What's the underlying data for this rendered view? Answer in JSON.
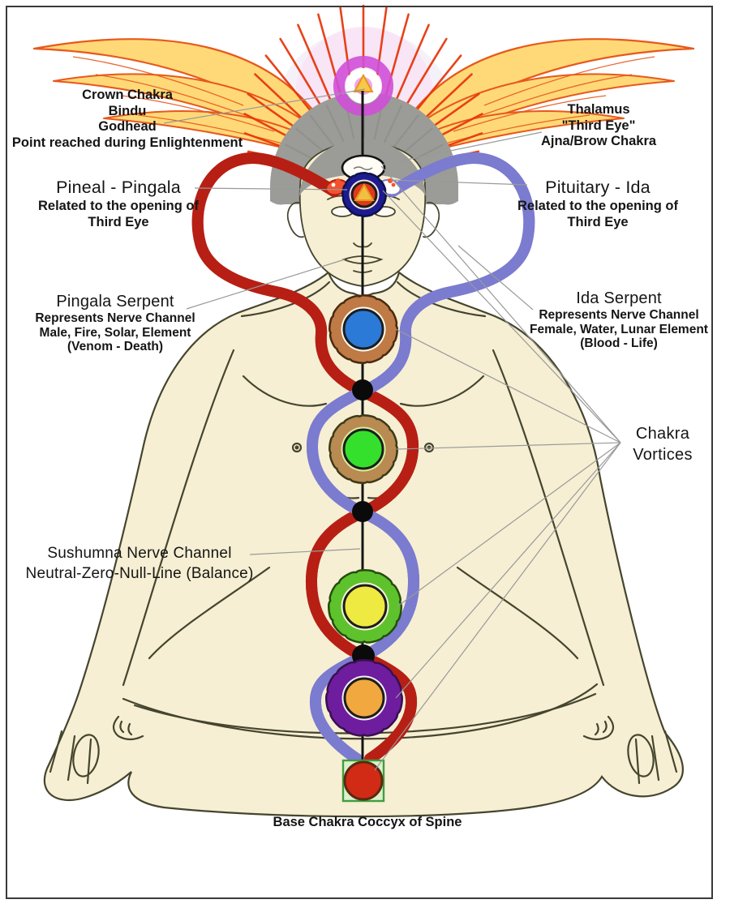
{
  "labels": {
    "crown": {
      "lines": [
        "Crown Chakra",
        "Bindu",
        "Godhead",
        "Point reached during Enlightenment"
      ]
    },
    "thalamus": {
      "lines": [
        "Thalamus",
        "\"Third Eye\"",
        "Ajna/Brow Chakra"
      ]
    },
    "pineal": {
      "title": "Pineal - Pingala",
      "sub": [
        "Related to the opening of",
        "Third Eye"
      ]
    },
    "pituitary": {
      "title": "Pituitary - Ida",
      "sub": [
        "Related to the opening of",
        "Third Eye"
      ]
    },
    "pingala": {
      "title": "Pingala Serpent",
      "sub": [
        "Represents Nerve Channel",
        "Male, Fire, Solar, Element",
        "(Venom - Death)"
      ]
    },
    "ida": {
      "title": "Ida Serpent",
      "sub": [
        "Represents Nerve Channel",
        "Female, Water, Lunar Element",
        "(Blood - Life)"
      ]
    },
    "vortices": {
      "lines": [
        "Chakra",
        "Vortices"
      ]
    },
    "sushumna": {
      "lines": [
        "Sushumna Nerve Channel",
        "Neutral-Zero-Null-Line (Balance)"
      ]
    },
    "base": {
      "line": "Base Chakra Coccyx of Spine"
    }
  },
  "colors": {
    "background": "#ffffff",
    "frame": "#3a3a3a",
    "body": "#f6efd3",
    "outline": "#45452f",
    "hair": "#9b9b97",
    "halo": "#f8e3f5",
    "halo_outer": "#ece6f4",
    "rays": "#e8380d",
    "wing_fill": "#ffd978",
    "wing_line": "#e8581c",
    "glow": "#ef7c28",
    "glow_core": "#f9b066",
    "sushumna": "#141414",
    "dot": "#0a0a0a",
    "leader": "#999999"
  },
  "serpents": {
    "pingala": {
      "body": "#f4512c",
      "outline": "#b71f14"
    },
    "ida": {
      "body": "#ffffff",
      "outline": "#7b7bd0"
    }
  },
  "bindu": {
    "ring": "#cf4fd8",
    "inner": "#ffffff",
    "center": "#f2a6ee",
    "triangle": "#f7c948",
    "triangle_edge": "#e8951f"
  },
  "chakras": {
    "ajna": {
      "fill": "#e0391b",
      "petals": "#1c1c90",
      "triangle": "#f0c040"
    },
    "throat": {
      "fill": "#2b7ad8",
      "petals": "#bf7a45"
    },
    "heart": {
      "fill": "#35e02c",
      "petals": "#b98a52"
    },
    "solar": {
      "fill": "#eeea42",
      "petals": "#5ec22c"
    },
    "sacral": {
      "fill": "#f1a83e",
      "petals": "#6d1d9e"
    },
    "base": {
      "fill": "#d22b15",
      "square": "#ddf0cc",
      "square_border": "#3f9e3f"
    }
  }
}
